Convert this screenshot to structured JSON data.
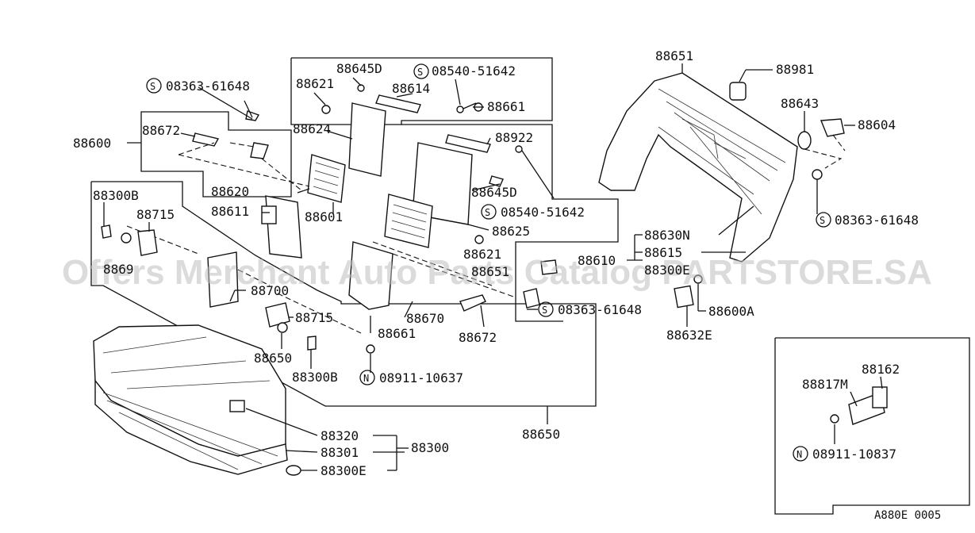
{
  "diagram": {
    "labels": {
      "p88651": "88651",
      "p88981": "88981",
      "p88643": "88643",
      "p88604": "88604",
      "p88645D_a": "88645D",
      "s08540_a": "08540-51642",
      "s08363_a": "08363-61648",
      "p88621_a": "88621",
      "p88614": "88614",
      "p88661_a": "88661",
      "p88624": "88624",
      "p88672_a": "88672",
      "p88600": "88600",
      "p88922": "88922",
      "p88620": "88620",
      "p88611": "88611",
      "p88601": "88601",
      "p88645D_b": "88645D",
      "s08540_b": "08540-51642",
      "p88625": "88625",
      "p88300B_a": "88300B",
      "p88715_a": "88715",
      "s08363_b": "08363-61648",
      "p88630N": "88630N",
      "p88615": "88615",
      "p88610": "88610",
      "p88621_b": "88621",
      "p88651_b": "88651",
      "p88700": "88700",
      "p88670": "88670",
      "p88661_b": "88661",
      "p88715_b": "88715",
      "s08363_c": "08363-61648",
      "p88600A": "88600A",
      "p88632E": "88632E",
      "p88672_b": "88672",
      "p88650_a": "88650",
      "p88300B_b": "88300B",
      "n08911_a": "08911-10637",
      "p88650_b": "88650",
      "p88320": "88320",
      "p88301": "88301",
      "p88300": "88300",
      "p88300E": "88300E",
      "p88162": "88162",
      "p88817M": "88817M",
      "n08911_b": "08911-10837",
      "code": "A880E 0005",
      "partial": "8869",
      "partial2": "88300E",
      "s_mark": "S",
      "n_mark": "N"
    },
    "watermark": "Offers Merchant Auto Parts Catalog PARTSTORE.SA"
  }
}
